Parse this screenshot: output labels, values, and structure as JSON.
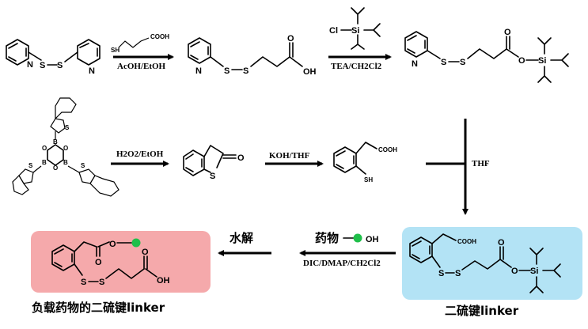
{
  "colors": {
    "box_blue": "#b3e3f5",
    "box_pink": "#f5a9ab",
    "drug_dot": "#1fbf4a"
  },
  "atoms": {
    "N": "N",
    "S": "S",
    "O": "O",
    "B": "B",
    "Si": "Si",
    "Cl": "Cl",
    "OH": "OH",
    "SH": "SH",
    "COOH": "COOH",
    "OH_bold": "OH",
    "OH_drug": "OH"
  },
  "step1": {
    "reagent_sh": "SH",
    "reagent_cooh": "COOH",
    "condition": "AcOH/EtOH"
  },
  "step2": {
    "reagent_cl": "Cl",
    "reagent_si": "Si",
    "condition": "TEA/CH2Cl2"
  },
  "step3": {
    "condition": "H2O2/EtOH"
  },
  "step4": {
    "condition": "KOH/THF"
  },
  "step5": {
    "condition": "THF"
  },
  "step6": {
    "reagent_label": "药物",
    "reagent_oh": "OH",
    "condition": "DIC/DMAP/CH2Cl2"
  },
  "step7": {
    "label": "水解"
  },
  "captions": {
    "linker": "二硫键linker",
    "loaded": "负载药物的二硫键linker"
  }
}
